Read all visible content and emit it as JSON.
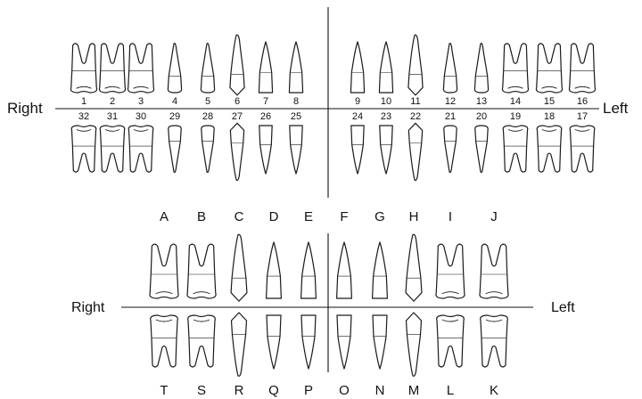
{
  "permanent": {
    "right_label": "Right",
    "left_label": "Left",
    "upper_numbers": [
      "1",
      "2",
      "3",
      "4",
      "5",
      "6",
      "7",
      "8",
      "9",
      "10",
      "11",
      "12",
      "13",
      "14",
      "15",
      "16"
    ],
    "lower_numbers": [
      "32",
      "31",
      "30",
      "29",
      "28",
      "27",
      "26",
      "25",
      "24",
      "23",
      "22",
      "21",
      "20",
      "19",
      "18",
      "17"
    ],
    "upper_types": [
      "molar",
      "molar",
      "molar",
      "premolar",
      "premolar",
      "canine",
      "incisor",
      "incisor",
      "incisor",
      "incisor",
      "canine",
      "premolar",
      "premolar",
      "molar",
      "molar",
      "molar"
    ],
    "lower_types": [
      "molar",
      "molar",
      "molar",
      "premolar",
      "premolar",
      "canine",
      "incisor",
      "incisor",
      "incisor",
      "incisor",
      "canine",
      "premolar",
      "premolar",
      "molar",
      "molar",
      "molar"
    ]
  },
  "primary": {
    "right_label": "Right",
    "left_label": "Left",
    "upper_letters": [
      "A",
      "B",
      "C",
      "D",
      "E",
      "F",
      "G",
      "H",
      "I",
      "J"
    ],
    "lower_letters": [
      "T",
      "S",
      "R",
      "Q",
      "P",
      "O",
      "N",
      "M",
      "L",
      "K"
    ],
    "upper_types": [
      "molar",
      "molar",
      "canine",
      "incisor",
      "incisor",
      "incisor",
      "incisor",
      "canine",
      "molar",
      "molar"
    ],
    "lower_types": [
      "molar",
      "molar",
      "canine",
      "incisor",
      "incisor",
      "incisor",
      "incisor",
      "canine",
      "molar",
      "molar"
    ]
  }
}
